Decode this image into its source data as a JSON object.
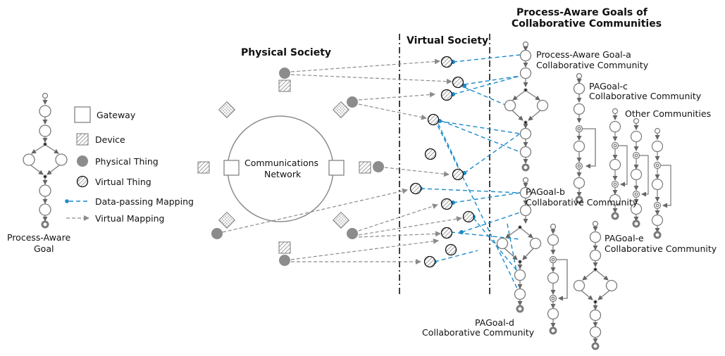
{
  "headings": {
    "physical": "Physical Society",
    "virtual": "Virtual Society",
    "goals_line1": "Process-Aware Goals of",
    "goals_line2": "Collaborative Communities"
  },
  "network": {
    "line1": "Communications",
    "line2": "Network"
  },
  "left_goal": {
    "line1": "Process-Aware",
    "line2": "Goal"
  },
  "legend": {
    "gateway": "Gateway",
    "device": "Device",
    "physical_thing": "Physical Thing",
    "virtual_thing": "Virtual Thing",
    "data_passing": "Data-passing Mapping",
    "virtual_mapping": "Virtual Mapping"
  },
  "communities": {
    "a_line1": "Process-Aware Goal-a",
    "a_line2": "Collaborative Community",
    "c_line1": "PAGoal-c",
    "c_line2": "Collaborative Community",
    "other": "Other Communities",
    "b_line1": "PAGoal-b",
    "b_line2": "Collaborative Community",
    "e_line1": "PAGoal-e",
    "e_line2": "Collaborative Community",
    "d_line1": "PAGoal-d",
    "d_line2": "Collaborative Community"
  },
  "colors": {
    "data_mapping": "#1a8ac8",
    "virtual_mapping": "#8c8c8c",
    "physical_thing": "#8c8c8c",
    "node_stroke": "#7a7a7a"
  }
}
